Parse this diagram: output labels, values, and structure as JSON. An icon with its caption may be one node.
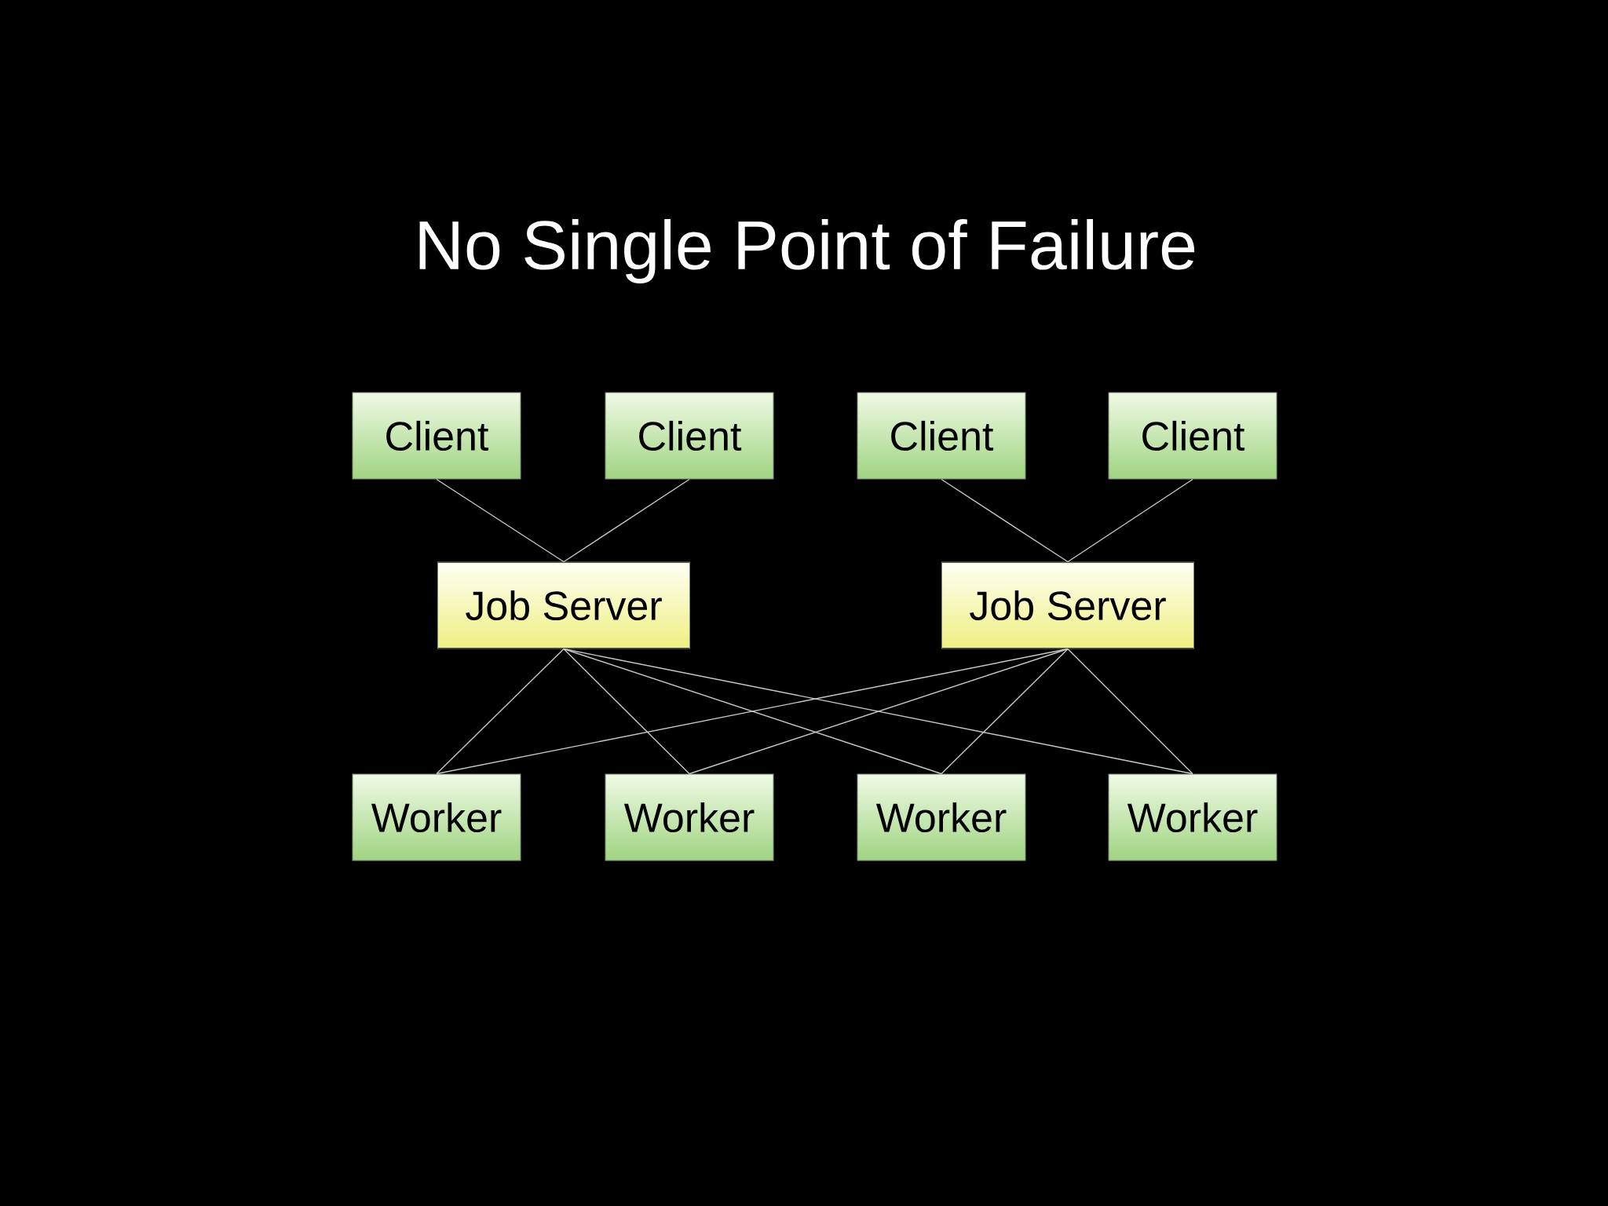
{
  "diagram": {
    "title": "No Single Point of Failure",
    "nodes": [
      {
        "text": [
          "Client"
        ]
      },
      {
        "text": [
          "Client"
        ]
      },
      {
        "text": [
          "Client"
        ]
      },
      {
        "text": [
          "Client"
        ]
      },
      {
        "text": [
          "Job Server"
        ]
      },
      {
        "text": [
          "Job Server"
        ]
      },
      {
        "text": [
          "Worker"
        ]
      },
      {
        "text": [
          "Worker"
        ]
      },
      {
        "text": [
          "Worker"
        ]
      },
      {
        "text": [
          "Worker"
        ]
      }
    ],
    "edges": [
      {
        "from": 0,
        "to": 4,
        "arrow": "none"
      },
      {
        "from": 1,
        "to": 4,
        "arrow": "none"
      },
      {
        "from": 2,
        "to": 5,
        "arrow": "none"
      },
      {
        "from": 3,
        "to": 5,
        "arrow": "none"
      },
      {
        "from": 4,
        "to": 6,
        "arrow": "none"
      },
      {
        "from": 4,
        "to": 7,
        "arrow": "none"
      },
      {
        "from": 4,
        "to": 8,
        "arrow": "none"
      },
      {
        "from": 4,
        "to": 9,
        "arrow": "none"
      },
      {
        "from": 5,
        "to": 6,
        "arrow": "none"
      },
      {
        "from": 5,
        "to": 7,
        "arrow": "none"
      },
      {
        "from": 5,
        "to": 8,
        "arrow": "none"
      },
      {
        "from": 5,
        "to": 9,
        "arrow": "none"
      }
    ]
  }
}
